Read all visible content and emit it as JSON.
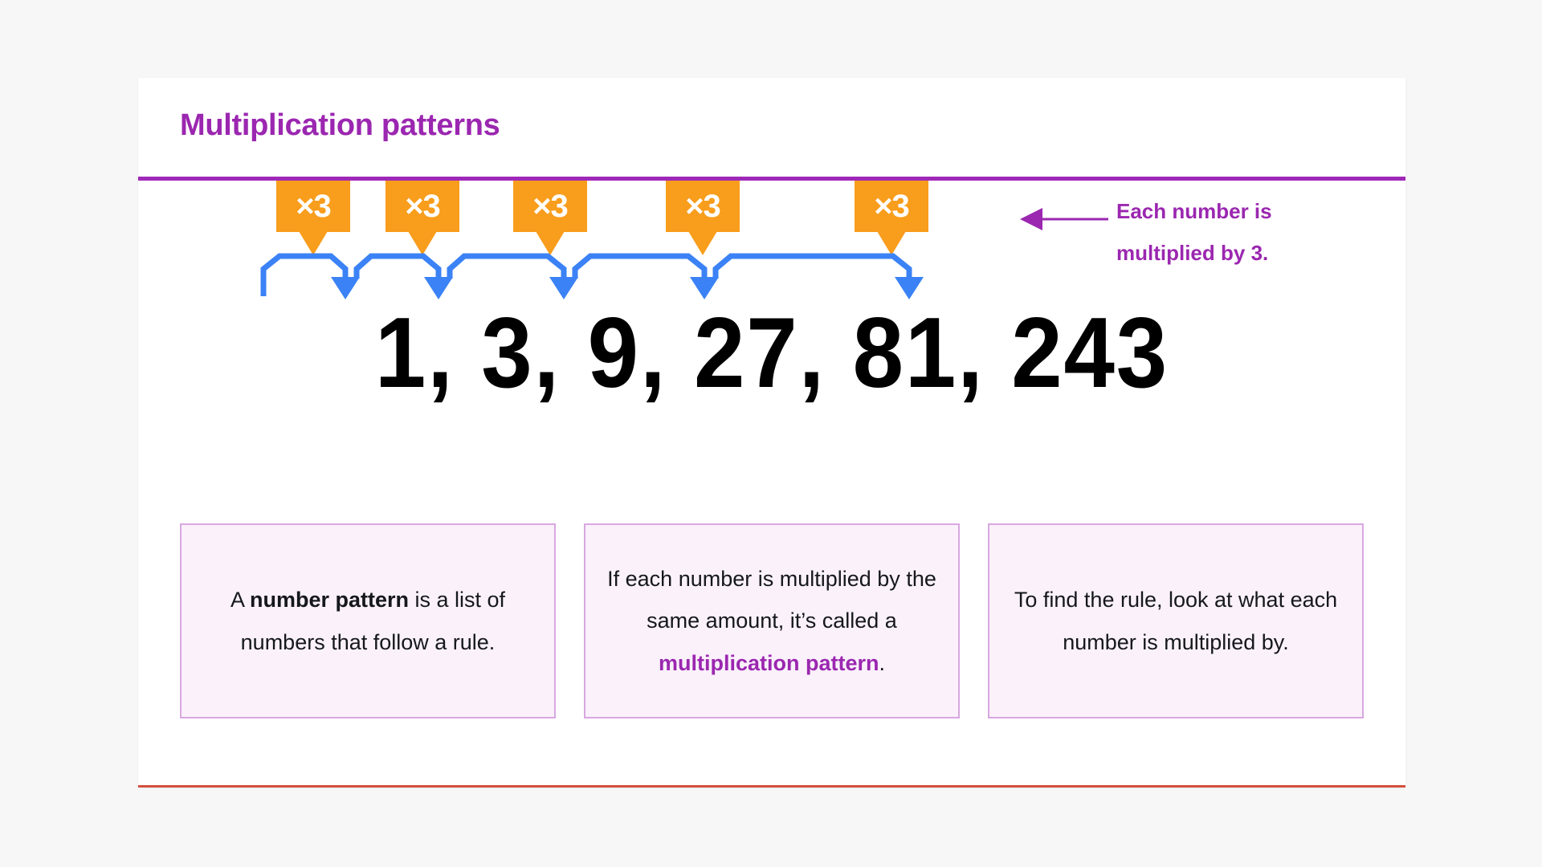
{
  "page": {
    "background_color": "#f7f7f7",
    "card_background": "#ffffff",
    "card_bottom_rule_color": "#d4503e"
  },
  "header": {
    "title": "Multiplication patterns",
    "title_color": "#9b27b0",
    "rule_color": "#a028b8"
  },
  "diagram": {
    "tag_color": "#f89d1c",
    "tag_text_color": "#ffffff",
    "connector_color": "#3b82f6",
    "tags": [
      {
        "label": "×3"
      },
      {
        "label": "×3"
      },
      {
        "label": "×3"
      },
      {
        "label": "×3"
      },
      {
        "label": "×3"
      }
    ],
    "sequence_text": "1, 3, 9, 27, 81, 243",
    "sequence_values": [
      1,
      3,
      9,
      27,
      81,
      243
    ],
    "sequence_color": "#000000",
    "callout": {
      "line1": "Each number is",
      "line2": "multiplied by 3.",
      "color": "#9b27b0",
      "arrow_icon": "left-arrow-icon"
    }
  },
  "info_boxes": [
    {
      "id": "box-number-pattern",
      "parts": [
        {
          "text": "A ",
          "style": "normal"
        },
        {
          "text": "number pattern",
          "style": "bold"
        },
        {
          "text": " is a list of numbers that follow a rule.",
          "style": "normal"
        }
      ],
      "plain": "A number pattern is a list of numbers that follow a rule."
    },
    {
      "id": "box-multiplication-pattern",
      "parts": [
        {
          "text": "If each number is multiplied by the same amount, it’s called a ",
          "style": "normal"
        },
        {
          "text": "multiplication pattern",
          "style": "keyword"
        },
        {
          "text": ".",
          "style": "normal"
        }
      ],
      "plain": "If each number is multiplied by the same amount, it’s called a multiplication pattern."
    },
    {
      "id": "box-find-the-rule",
      "parts": [
        {
          "text": "To find the rule, look at what each number is multiplied by.",
          "style": "normal"
        }
      ],
      "plain": "To find the rule, look at what each number is multiplied by."
    }
  ],
  "style": {
    "box_border_color": "#d8a8e0",
    "box_fill_color": "#faf1fb",
    "keyword_color": "#9b27b0"
  }
}
